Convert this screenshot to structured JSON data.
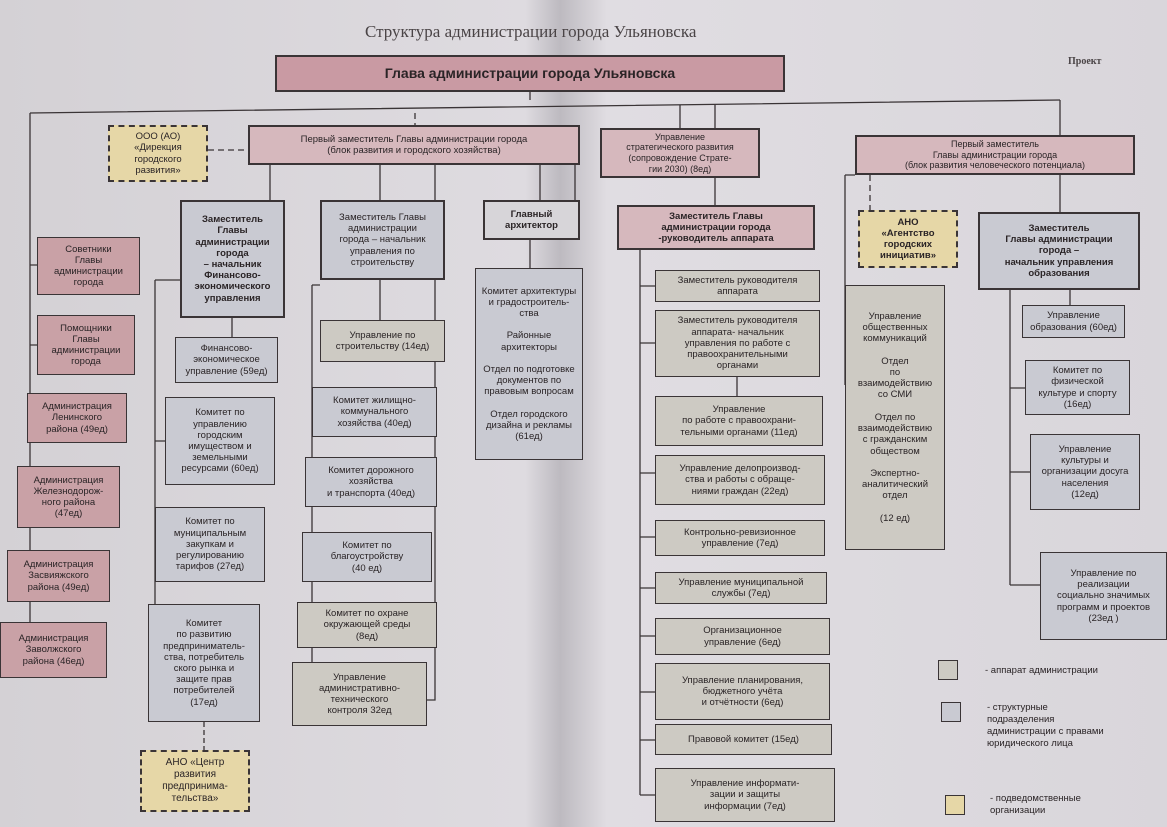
{
  "title": "Структура администрации города Ульяновска",
  "draft_label": "Проект",
  "head": "Глава администрации города Ульяновска",
  "ooo": "ООО (АО)\n«Дирекция\nгородского\nразвития»",
  "first_deputy_1": "Первый заместитель Главы администрации города\n(блок развития и городского хозяйства)",
  "strategic": "Управление\nстратегического развития\n(сопровождение Страте-\nгии 2030) (8ед)",
  "first_deputy_2": "Первый заместитель\nГлавы администрации города\n(блок развития человеческого потенциала)",
  "deputy_finance": "Заместитель\nГлавы\nадминистрации\nгорода\n– начальник\nФинансово-\nэкономического\nуправления",
  "deputy_construction": "Заместитель Главы\nадминистрации\nгорода – начальник\nуправления по\nстроительству",
  "chief_architect": "Главный\nархитектор",
  "deputy_apparatus": "Заместитель Главы\nадминистрации города\n-руководитель аппарата",
  "ano_agency": "АНО\n«Агентство\nгородских\nинициатив»",
  "deputy_education": "Заместитель\nГлавы администрации\nгорода –\nначальник управления\nобразования",
  "left_column": [
    "Советники\nГлавы\nадминистрации\nгорода",
    "Помощники\nГлавы\nадминистрации\nгорода",
    "Администрация\nЛенинского\nрайона (49ед)",
    "Администрация\nЖелезнодорож-\nного района\n(47ед)",
    "Администрация\nЗасвияжского\nрайона (49ед)",
    "Администрация\nЗаволжского\nрайона (46ед)"
  ],
  "finance_column": [
    "Финансово-\nэкономическое\nуправление (59ед)",
    "Комитет по\nуправлению\nгородским\nимуществом и\nземельными\nресурсами (60ед)",
    "Комитет по\nмуниципальным\nзакупкам и\nрегулированию\nтарифов (27ед)",
    "Комитет\nпо развитию\nпредприниматель-\nства, потребитель\nского рынка и\nзащите прав\nпотребителей\n(17ед)"
  ],
  "ano_business": "АНО «Центр\nразвития\nпредпринима-\nтельства»",
  "construction_column": [
    "Управление по\nстроительству (14ед)",
    "Комитет жилищно-\nкоммунального\nхозяйства (40ед)",
    "Комитет дорожного\nхозяйства\nи транспорта (40ед)",
    "Комитет по\nблагоустройству\n(40 ед)",
    "Комитет по охране\nокружающей среды\n(8ед)",
    "Управление\nадминистративно-\nтехнического\nконтроля 32ед"
  ],
  "architecture_committee": "Комитет архитектуры\nи градостроитель-\nства\n\nРайонные\nархитекторы\n\nОтдел по подготовке\nдокументов по\nправовым вопросам\n\nОтдел городского\nдизайна и рекламы\n(61ед)",
  "apparatus_column": [
    "Заместитель руководителя\nаппарата",
    "Заместитель руководителя\nаппарата- начальник\nуправления по работе с\nправоохранительными\nорганами",
    "Управление\nпо работе с правоохрани-\nтельными органами (11ед)",
    "Управление делопроизвод-\nства и работы с обраще-\nниями граждан (22ед)",
    "Контрольно-ревизионное\nуправление (7ед)",
    "Управление муниципальной\nслужбы (7ед)",
    "Организационное\nуправление (6ед)",
    "Управление планирования,\nбюджетного учёта\nи отчётности (6ед)",
    "Правовой комитет (15ед)",
    "Управление информати-\nзации и защиты\nинформации (7ед)"
  ],
  "public_communications": "Управление\nобщественных\nкоммуникаций\n\nОтдел\nпо\nвзаимодействию\nсо СМИ\n\nОтдел по\nвзаимодействию\nс гражданским\nобществом\n\nЭкспертно-\nаналитический\nотдел\n\n(12 ед)",
  "education_column": [
    "Управление\nобразования (60ед)",
    "Комитет по\nфизической\nкультуре и спорту\n(16ед)",
    "Управление\nкультуры и\nорганизации досуга\nнаселения\n(12ед)",
    "Управление по\nреализации\nсоциально значимых\nпрограмм и проектов\n(23ед )"
  ],
  "legend": {
    "apparatus": "- аппарат администрации",
    "structural": "- структурные\nподразделения\nадминистрации с правами\nюридического лица",
    "subordinate": "- подведомственные\nорганизации"
  },
  "colors": {
    "head": "#c99aa3",
    "deputy": "#d6b8bd",
    "apparatus": "#cdcac3",
    "structural": "#c9cad2",
    "subordinate": "#e6d7a7"
  }
}
